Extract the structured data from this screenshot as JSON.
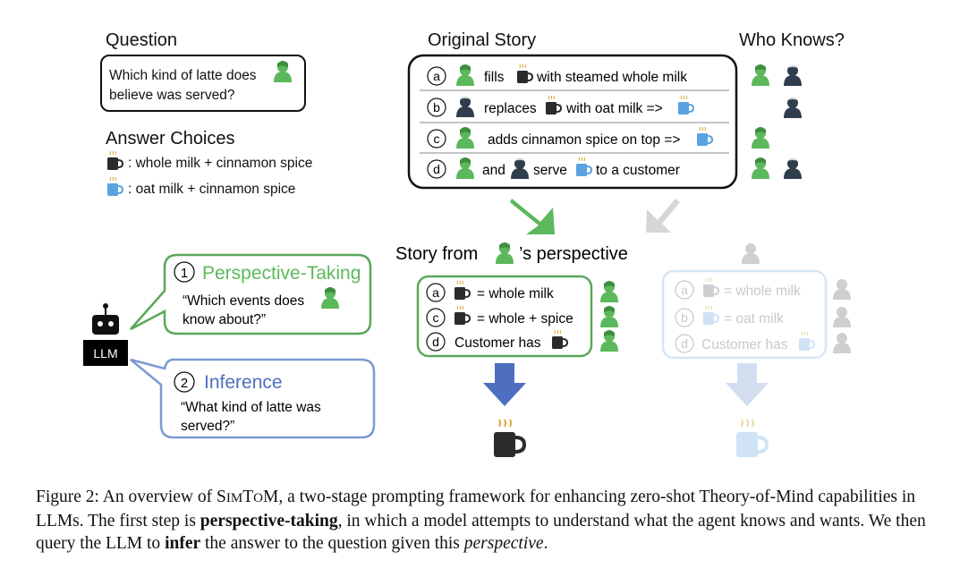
{
  "colors": {
    "green": "#5cb85c",
    "green_border": "#5aa85a",
    "dark_person": "#2f3d4d",
    "blue": "#4e6fc0",
    "blue_border": "#7a9bd1",
    "cup_dark": "#2b2b2b",
    "cup_blue": "#5aa3e0",
    "steam": "#d8a93a",
    "faded_blue": "#cfe3f5",
    "faded_gray": "#cfcfcf"
  },
  "question": {
    "heading": "Question",
    "text_line1": "Which kind of latte does",
    "text_line2": "believe was served?"
  },
  "answers": {
    "heading": "Answer Choices",
    "choice1": ": whole milk + cinnamon spice",
    "choice2": ": oat milk + cinnamon spice"
  },
  "story": {
    "heading": "Original Story",
    "who_heading": "Who Knows?",
    "rows": [
      {
        "label": "a",
        "t1": "fills",
        "t2": "with steamed whole milk"
      },
      {
        "label": "b",
        "t1": "replaces",
        "t2": "with oat milk =>"
      },
      {
        "label": "c",
        "t1": "adds cinnamon spice on top =>"
      },
      {
        "label": "d",
        "t1": "and",
        "t2": "serve",
        "t3": "to a customer"
      }
    ]
  },
  "llm": {
    "label": "LLM",
    "step1_num": "1",
    "step1_title": "Perspective-Taking",
    "step1_line1": "“Which events does",
    "step1_line2": "know about?”",
    "step2_num": "2",
    "step2_title": "Inference",
    "step2_line1": "“What kind of latte was",
    "step2_line2": "served?”"
  },
  "perspective": {
    "heading_pre": "Story from",
    "heading_post": "’s perspective",
    "rows": [
      {
        "label": "a",
        "text": "= whole milk"
      },
      {
        "label": "c",
        "text": "= whole + spice"
      },
      {
        "label": "d",
        "text": "Customer has"
      }
    ],
    "faded_rows": [
      {
        "label": "a",
        "text": "= whole milk"
      },
      {
        "label": "b",
        "text": "= oat milk"
      },
      {
        "label": "d",
        "text": "Customer has"
      }
    ]
  },
  "caption": {
    "prefix": "Figure 2: An overview of ",
    "name_s": "S",
    "name_im": "IM",
    "name_t": "T",
    "name_om": "O",
    "name_m": "M",
    "part1": ", a two-stage prompting framework for enhancing zero-shot Theory-of-Mind capabilities in LLMs. The first step is ",
    "bold1": "perspective-taking",
    "part2": ", in which a model attempts to understand what the agent knows and wants. We then query the LLM to ",
    "bold2": "infer",
    "part3": " the answer to the question given this ",
    "italic1": "perspective",
    "part4": "."
  }
}
